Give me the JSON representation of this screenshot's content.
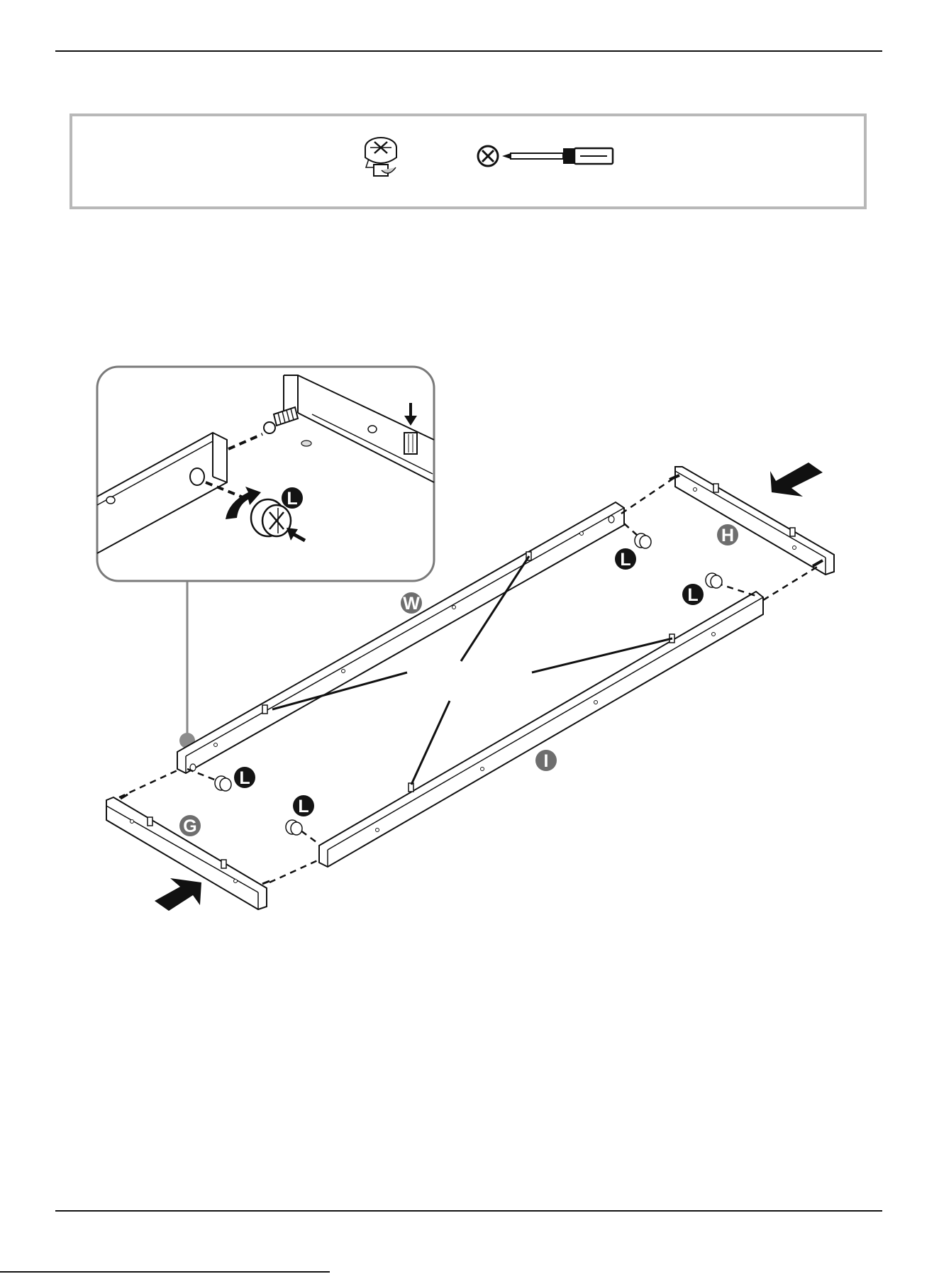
{
  "parts": {
    "items": [
      {
        "icon": "cam-lock-icon"
      },
      {
        "icon": "phillips-screwdriver-icon"
      }
    ]
  },
  "labels": {
    "w": "W",
    "h": "H",
    "i": "I",
    "g": "G",
    "l": "L"
  },
  "colors": {
    "badge_dark": "#141414",
    "badge_gray": "#6e6e6e",
    "frame_gray": "#b8b8b8",
    "line": "#111111"
  }
}
